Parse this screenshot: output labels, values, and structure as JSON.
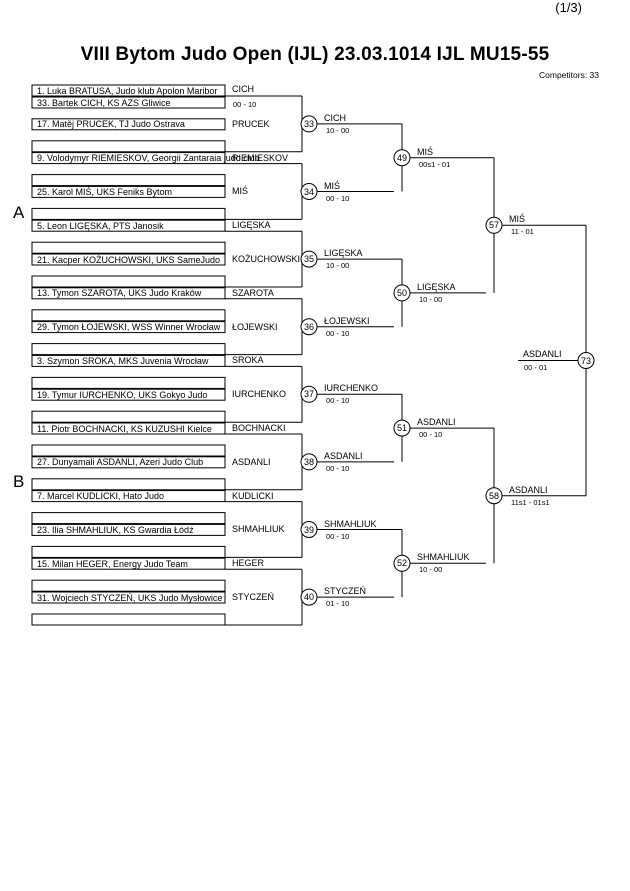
{
  "header": {
    "page_number": "(1/3)",
    "title": "VIII Bytom Judo Open (IJL)  23.03.1014  IJL   MU15-55",
    "competitors": "Competitors: 33"
  },
  "pools": [
    "A",
    "B"
  ],
  "entries": [
    "1. Luka BRATUSA, Judo klub Apolon Maribor",
    "33. Bartek CICH, KS AZS Gliwice",
    "17. Matěj PRUCEK, TJ Judo Ostrava",
    "",
    "9. Volodymyr RIEMIESKOV, Georgii Zantaraia judo club",
    "",
    "25. Karol MIŚ, UKS Feniks Bytom",
    "",
    "5. Leon LIGĘSKA, PTS Janosik",
    "",
    "21. Kacper KOŻUCHOWSKI, UKS SameJudo",
    "",
    "13. Tymon SZAROTA, UKS Judo Kraków",
    "",
    "29. Tymon ŁOJEWSKI, WSS Winner Wrocław",
    "",
    "3. Szymon SROKA, MKS Juvenia Wrocław",
    "",
    "19. Tymur IURCHENKO, UKS Gokyo Judo",
    "",
    "11. Piotr BOCHNACKI, KS KUZUSHI Kielce",
    "",
    "27. Dunyamali ASDANLI, Azeri Judo Club",
    "",
    "7. Marcel KUDLICKI, Hato Judo",
    "",
    "23. Ilia SHMAHLIUK, KS Gwardia Łódź",
    "",
    "15. Milan HEGER, Energy Judo Team",
    "",
    "31. Wojciech STYCZEŃ, UKS Judo Mysłowice",
    ""
  ],
  "short_names": [
    "CICH",
    "",
    "PRUCEK",
    "RIEMIESKOV",
    "MIŚ",
    "LIGĘSKA",
    "KOŻUCHOWSKI",
    "SZAROTA",
    "ŁOJEWSKI",
    "SROKA",
    "IURCHENKO",
    "BOCHNACKI",
    "ASDANLI",
    "KUDLICKI",
    "SHMAHLIUK",
    "HEGER",
    "STYCZEŃ"
  ],
  "first_score": "00 - 10",
  "matches": [
    {
      "num": "33",
      "winner": "CICH",
      "score": "10 - 00"
    },
    {
      "num": "34",
      "winner": "MIŚ",
      "score": "00 - 10"
    },
    {
      "num": "35",
      "winner": "LIGĘSKA",
      "score": "10 - 00"
    },
    {
      "num": "36",
      "winner": "ŁOJEWSKI",
      "score": "00 - 10"
    },
    {
      "num": "37",
      "winner": "IURCHENKO",
      "score": "00 - 10"
    },
    {
      "num": "38",
      "winner": "ASDANLI",
      "score": "00 - 10"
    },
    {
      "num": "39",
      "winner": "SHMAHLIUK",
      "score": "00 - 10"
    },
    {
      "num": "40",
      "winner": "STYCZEŃ",
      "score": "01 - 10"
    },
    {
      "num": "49",
      "winner": "MIŚ",
      "score": "00s1 - 01"
    },
    {
      "num": "50",
      "winner": "LIGĘSKA",
      "score": "10 - 00"
    },
    {
      "num": "51",
      "winner": "ASDANLI",
      "score": "00 - 10"
    },
    {
      "num": "52",
      "winner": "SHMAHLIUK",
      "score": "10 - 00"
    },
    {
      "num": "57",
      "winner": "MIŚ",
      "score": "11 - 01"
    },
    {
      "num": "58",
      "winner": "ASDANLI",
      "score": "11s1 - 01s1"
    },
    {
      "num": "73",
      "winner": "ASDANLI",
      "score": "00 - 01"
    }
  ]
}
